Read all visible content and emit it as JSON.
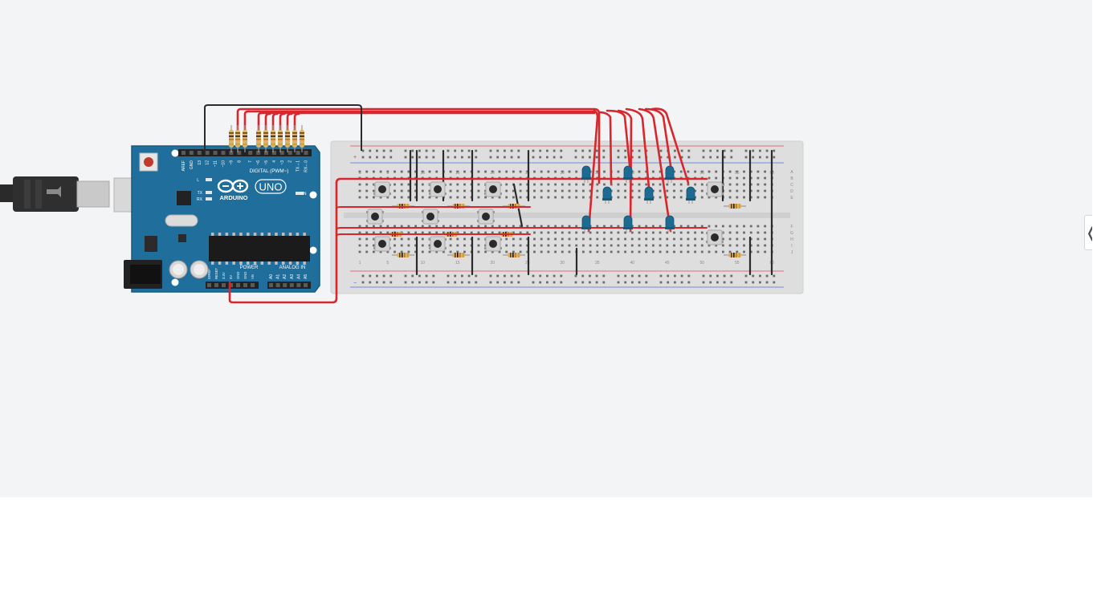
{
  "arduino": {
    "brand": "ARDUINO",
    "model": "UNO",
    "digital_header": "DIGITAL (PWM~)",
    "power_label": "POWER",
    "analog_label": "ANALOG IN",
    "on_label": "ON",
    "l_label": "L",
    "tx_label": "TX",
    "rx_label": "RX",
    "top_pins": [
      "AREF",
      "GND",
      "13",
      "12",
      "~11",
      "~10",
      "~9",
      "8",
      "7",
      "~6",
      "~5",
      "4",
      "~3",
      "2",
      "TX→1",
      "RX←0"
    ],
    "power_pins": [
      "IOREF",
      "RESET",
      "3.3V",
      "5V",
      "GND",
      "GND",
      "Vin"
    ],
    "analog_pins": [
      "A0",
      "A1",
      "A2",
      "A3",
      "A4",
      "A5"
    ]
  },
  "breadboard": {
    "column_numbers": [
      "1",
      "5",
      "10",
      "15",
      "20",
      "25",
      "30",
      "35",
      "40",
      "45",
      "50",
      "55",
      "60"
    ],
    "rows_top": [
      "A",
      "B",
      "C",
      "D",
      "E"
    ],
    "rows_bottom": [
      "F",
      "G",
      "H",
      "I",
      "J"
    ],
    "rail_plus": "+",
    "rail_minus": "−"
  },
  "panel_toggle": {
    "glyph": "❬"
  },
  "colors": {
    "workspace_bg": "#f2f4f6",
    "arduino_blue": "#1f6e9c",
    "wire_red": "#d9262c",
    "wire_black": "#2b2b2b",
    "led_blue": "#1d6a92",
    "breadboard": "#dedede"
  }
}
